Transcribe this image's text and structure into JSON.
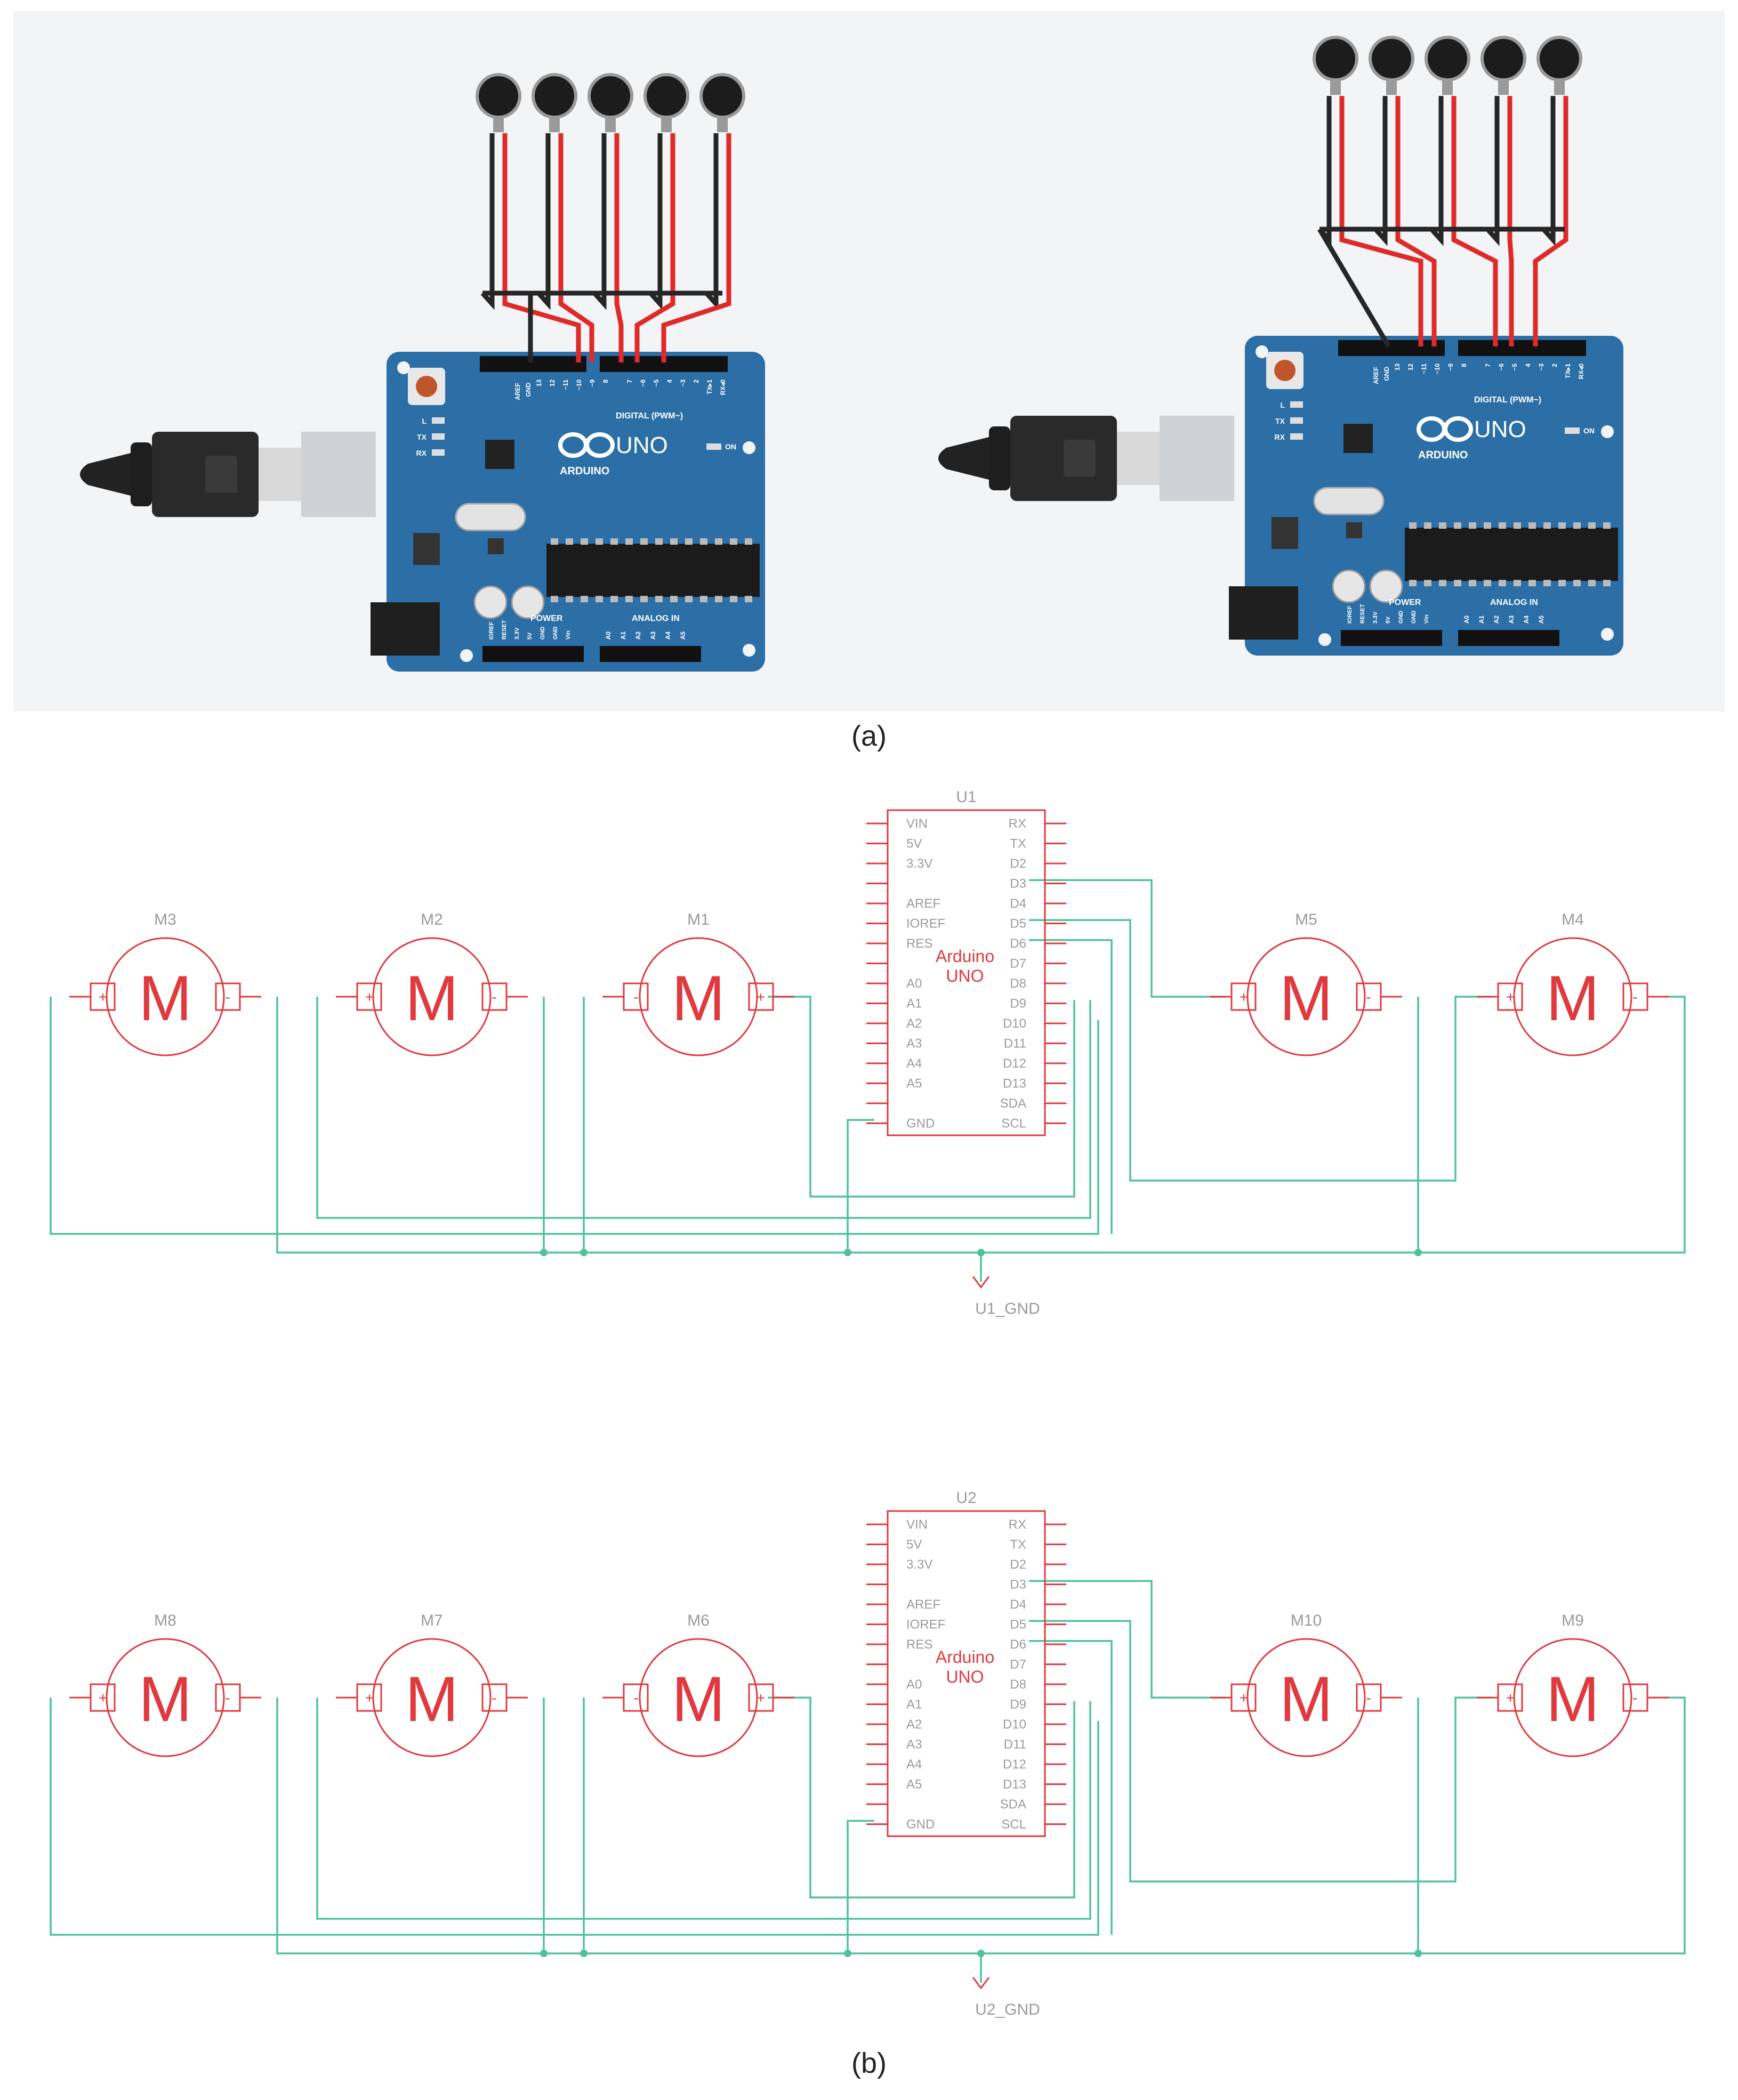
{
  "figure_a": {
    "caption": "(a)",
    "boards": [
      {
        "logo_text": "UNO",
        "brand_text": "ARDUINO",
        "digital_label": "DIGITAL (PWM~)",
        "power_label": "POWER",
        "analog_label": "ANALOG IN",
        "on_label": "ON",
        "aref_label": "AREF",
        "gnd_label": "GND",
        "digital_pins": [
          "13",
          "12",
          "~11",
          "~10",
          "~9",
          "8",
          "7",
          "~6",
          "~5",
          "4",
          "~3",
          "2",
          "TX▸1",
          "RX◂0"
        ],
        "power_pins": [
          "IOREF",
          "RESET",
          "3.3V",
          "5V",
          "GND",
          "GND",
          "Vin"
        ],
        "analog_pins": [
          "A0",
          "A1",
          "A2",
          "A3",
          "A4",
          "A5"
        ],
        "led_labels": [
          "L",
          "TX",
          "RX"
        ]
      },
      {
        "logo_text": "UNO",
        "brand_text": "ARDUINO",
        "digital_label": "DIGITAL (PWM~)",
        "power_label": "POWER",
        "analog_label": "ANALOG IN",
        "on_label": "ON",
        "aref_label": "AREF",
        "gnd_label": "GND",
        "digital_pins": [
          "13",
          "12",
          "~11",
          "~10",
          "~9",
          "8",
          "7",
          "~6",
          "~5",
          "4",
          "~3",
          "2",
          "TX▸1",
          "RX◂0"
        ],
        "power_pins": [
          "IOREF",
          "RESET",
          "3.3V",
          "5V",
          "GND",
          "GND",
          "Vin"
        ],
        "analog_pins": [
          "A0",
          "A1",
          "A2",
          "A3",
          "A4",
          "A5"
        ],
        "led_labels": [
          "L",
          "TX",
          "RX"
        ]
      }
    ]
  },
  "figure_b": {
    "caption": "(b)",
    "schematics": [
      {
        "ref": "U1",
        "chip_name_line1": "Arduino",
        "chip_name_line2": "UNO",
        "gnd_label": "U1_GND",
        "left_pins": [
          "VIN",
          "5V",
          "3.3V",
          "",
          "AREF",
          "IOREF",
          "RES",
          "",
          "A0",
          "A1",
          "A2",
          "A3",
          "A4",
          "A5",
          "",
          "GND"
        ],
        "right_pins": [
          "RX",
          "TX",
          "D2",
          "D3",
          "D4",
          "D5",
          "D6",
          "D7",
          "D8",
          "D9",
          "D10",
          "D11",
          "D12",
          "D13",
          "SDA",
          "SCL"
        ],
        "motors": [
          {
            "ref": "M3",
            "symbol": "M",
            "left_sign": "+",
            "right_sign": "-"
          },
          {
            "ref": "M2",
            "symbol": "M",
            "left_sign": "+",
            "right_sign": "-"
          },
          {
            "ref": "M1",
            "symbol": "M",
            "left_sign": "-",
            "right_sign": "+"
          },
          {
            "ref": "M5",
            "symbol": "M",
            "left_sign": "+",
            "right_sign": "-"
          },
          {
            "ref": "M4",
            "symbol": "M",
            "left_sign": "+",
            "right_sign": "-"
          }
        ]
      },
      {
        "ref": "U2",
        "chip_name_line1": "Arduino",
        "chip_name_line2": "UNO",
        "gnd_label": "U2_GND",
        "left_pins": [
          "VIN",
          "5V",
          "3.3V",
          "",
          "AREF",
          "IOREF",
          "RES",
          "",
          "A0",
          "A1",
          "A2",
          "A3",
          "A4",
          "A5",
          "",
          "GND"
        ],
        "right_pins": [
          "RX",
          "TX",
          "D2",
          "D3",
          "D4",
          "D5",
          "D6",
          "D7",
          "D8",
          "D9",
          "D10",
          "D11",
          "D12",
          "D13",
          "SDA",
          "SCL"
        ],
        "motors": [
          {
            "ref": "M8",
            "symbol": "M",
            "left_sign": "+",
            "right_sign": "-"
          },
          {
            "ref": "M7",
            "symbol": "M",
            "left_sign": "+",
            "right_sign": "-"
          },
          {
            "ref": "M6",
            "symbol": "M",
            "left_sign": "-",
            "right_sign": "+"
          },
          {
            "ref": "M10",
            "symbol": "M",
            "left_sign": "+",
            "right_sign": "-"
          },
          {
            "ref": "M9",
            "symbol": "M",
            "left_sign": "+",
            "right_sign": "-"
          }
        ]
      }
    ]
  },
  "colors": {
    "board_blue": "#2b6fa6",
    "wire_red": "#e02a2a",
    "wire_black": "#262626",
    "schematic_red": "#e0393e",
    "schematic_wire": "#4fc29b",
    "panel_bg": "#f2f4f6"
  }
}
